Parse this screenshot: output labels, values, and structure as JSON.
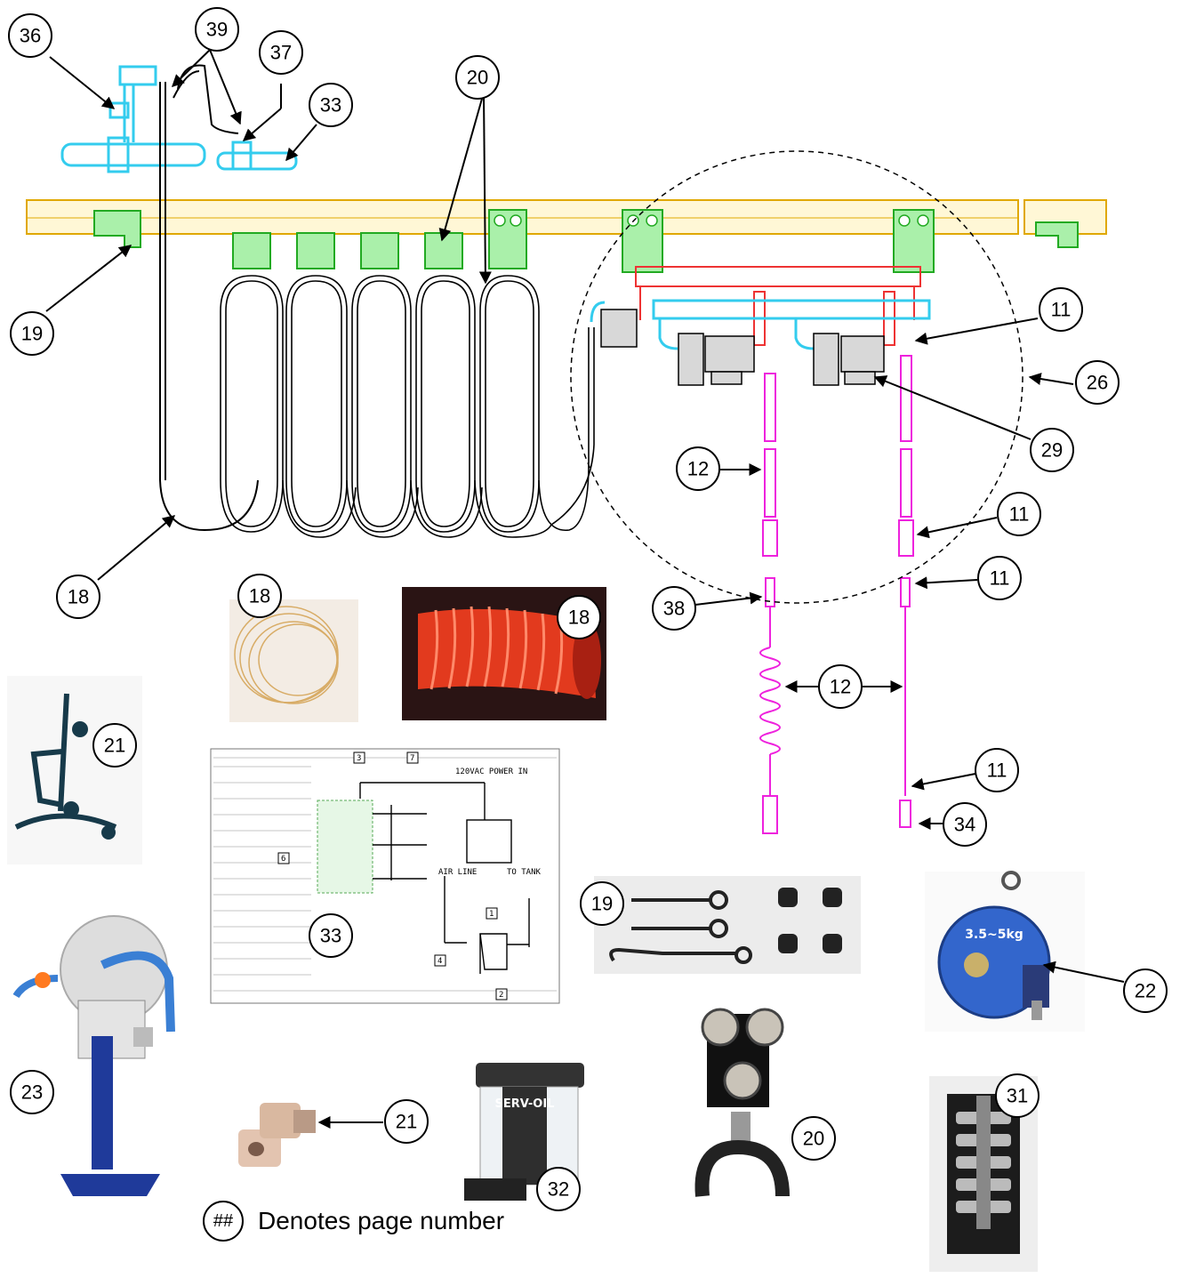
{
  "callouts": [
    {
      "id": "c36",
      "label": "36"
    },
    {
      "id": "c39",
      "label": "39"
    },
    {
      "id": "c37",
      "label": "37"
    },
    {
      "id": "c33a",
      "label": "33"
    },
    {
      "id": "c20a",
      "label": "20"
    },
    {
      "id": "c19a",
      "label": "19"
    },
    {
      "id": "c11a",
      "label": "11"
    },
    {
      "id": "c26",
      "label": "26"
    },
    {
      "id": "c29",
      "label": "29"
    },
    {
      "id": "c12a",
      "label": "12"
    },
    {
      "id": "c11b",
      "label": "11"
    },
    {
      "id": "c18a",
      "label": "18"
    },
    {
      "id": "c18b",
      "label": "18"
    },
    {
      "id": "c18c",
      "label": "18"
    },
    {
      "id": "c38",
      "label": "38"
    },
    {
      "id": "c11c",
      "label": "11"
    },
    {
      "id": "c12b",
      "label": "12"
    },
    {
      "id": "c21a",
      "label": "21"
    },
    {
      "id": "c11d",
      "label": "11"
    },
    {
      "id": "c34",
      "label": "34"
    },
    {
      "id": "c33b",
      "label": "33"
    },
    {
      "id": "c19b",
      "label": "19"
    },
    {
      "id": "c22",
      "label": "22"
    },
    {
      "id": "c23",
      "label": "23"
    },
    {
      "id": "c21b",
      "label": "21"
    },
    {
      "id": "c32",
      "label": "32"
    },
    {
      "id": "c20b",
      "label": "20"
    },
    {
      "id": "c31",
      "label": "31"
    }
  ],
  "schematic": {
    "power_label": "120VAC POWER IN",
    "air_label": "AIR LINE",
    "tank_label": "TO TANK",
    "boxes": [
      "3",
      "7",
      "6",
      "1",
      "4",
      "2"
    ]
  },
  "photos": {
    "lubricator_brand": "SERV-OIL",
    "balancer_rating": "3.5~5kg"
  },
  "legend": {
    "symbol": "##",
    "text": "Denotes page number"
  },
  "colors": {
    "rail": "#f5c542",
    "trolley": "#33dd33",
    "pipe": "#33ccee",
    "frame": "#ee3333",
    "hose": "#ee22dd",
    "hose_photo": "#e23a1e"
  }
}
